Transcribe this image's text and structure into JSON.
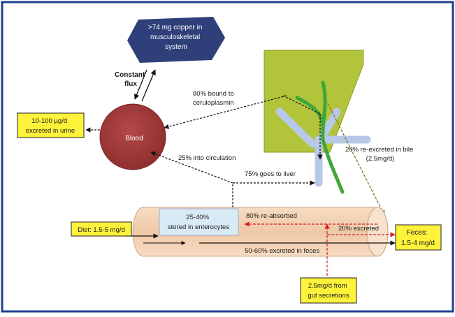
{
  "copper_store": ">74 mg copper in musculoskeletal system",
  "copper_store_lines": [
    ">74 mg copper in",
    "musculoskeletal",
    "system"
  ],
  "constant_flux_lines": [
    "Constant",
    "flux"
  ],
  "blood": "Blood",
  "urine_lines": [
    "10-100 µg/d",
    "excreted in urine"
  ],
  "ceruloplasmin_lines": [
    "80% bound to",
    "ceruloplasmin"
  ],
  "circulation": "25% into circulation",
  "to_liver": "75% goes to liver",
  "bile_lines": [
    "20% re-excreted in bile",
    "(2.5mg/d)"
  ],
  "diet": "Diet: 1.5-5 mg/d",
  "enterocytes_lines": [
    "25-40%",
    "stored in enterocytes"
  ],
  "reabsorbed": "80% re-absorbed",
  "excreted_20": "20% excreted",
  "excreted_feces": "50-60% excreted in feces",
  "feces_lines": [
    "Feces:",
    "1.5-4 mg/d"
  ],
  "gut_lines": [
    "2.5mg/d from",
    "gut secretions"
  ],
  "colors": {
    "frame": "#1f3f8f",
    "hexagon": "#2e3f7a",
    "blood": "#a33a3a",
    "liver": "#b2c43a",
    "bile_duct": "#3fa63a",
    "vessel": "#b8c8e8",
    "intestine": "#f3d5b8",
    "enterocyte_box": "#d9eaf7",
    "label_box": "#fff23a",
    "red_arrow": "#d62020"
  }
}
